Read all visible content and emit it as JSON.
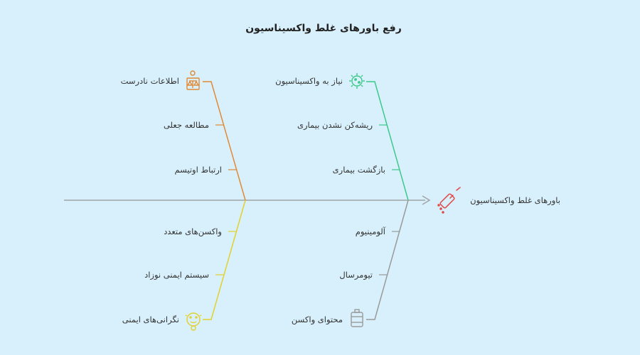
{
  "title": "رفع باورهای غلط واکسیناسیون",
  "head_label": "باورهای غلط واکسیناسیون",
  "colors": {
    "background": "#d8f0fb",
    "spine": "#a0a4a8",
    "misinformation": "#e08a35",
    "disease": "#3cc98a",
    "vaccine_types": "#e2d12e",
    "content": "#9a9a9a",
    "head_icon": "#e04848"
  },
  "branches": {
    "misinformation": {
      "icon": "scales-icon",
      "items": [
        "اطلاعات نادرست",
        "مطالعه جعلی",
        "ارتباط اوتیسم"
      ]
    },
    "disease": {
      "icon": "virus-icon",
      "items": [
        "نیاز به واکسیناسیون",
        "ریشه‌کن نشدن بیماری",
        "بازگشت بیماری"
      ]
    },
    "vaccine_types": {
      "icon": "baby-icon",
      "items": [
        "واکسن‌های متعدد",
        "سیستم ایمنی نوزاد",
        "نگرانی‌های ایمنی"
      ]
    },
    "content": {
      "icon": "barrel-icon",
      "items": [
        "آلومینیوم",
        "تیومرسال",
        "محتوای واکسن"
      ]
    }
  }
}
